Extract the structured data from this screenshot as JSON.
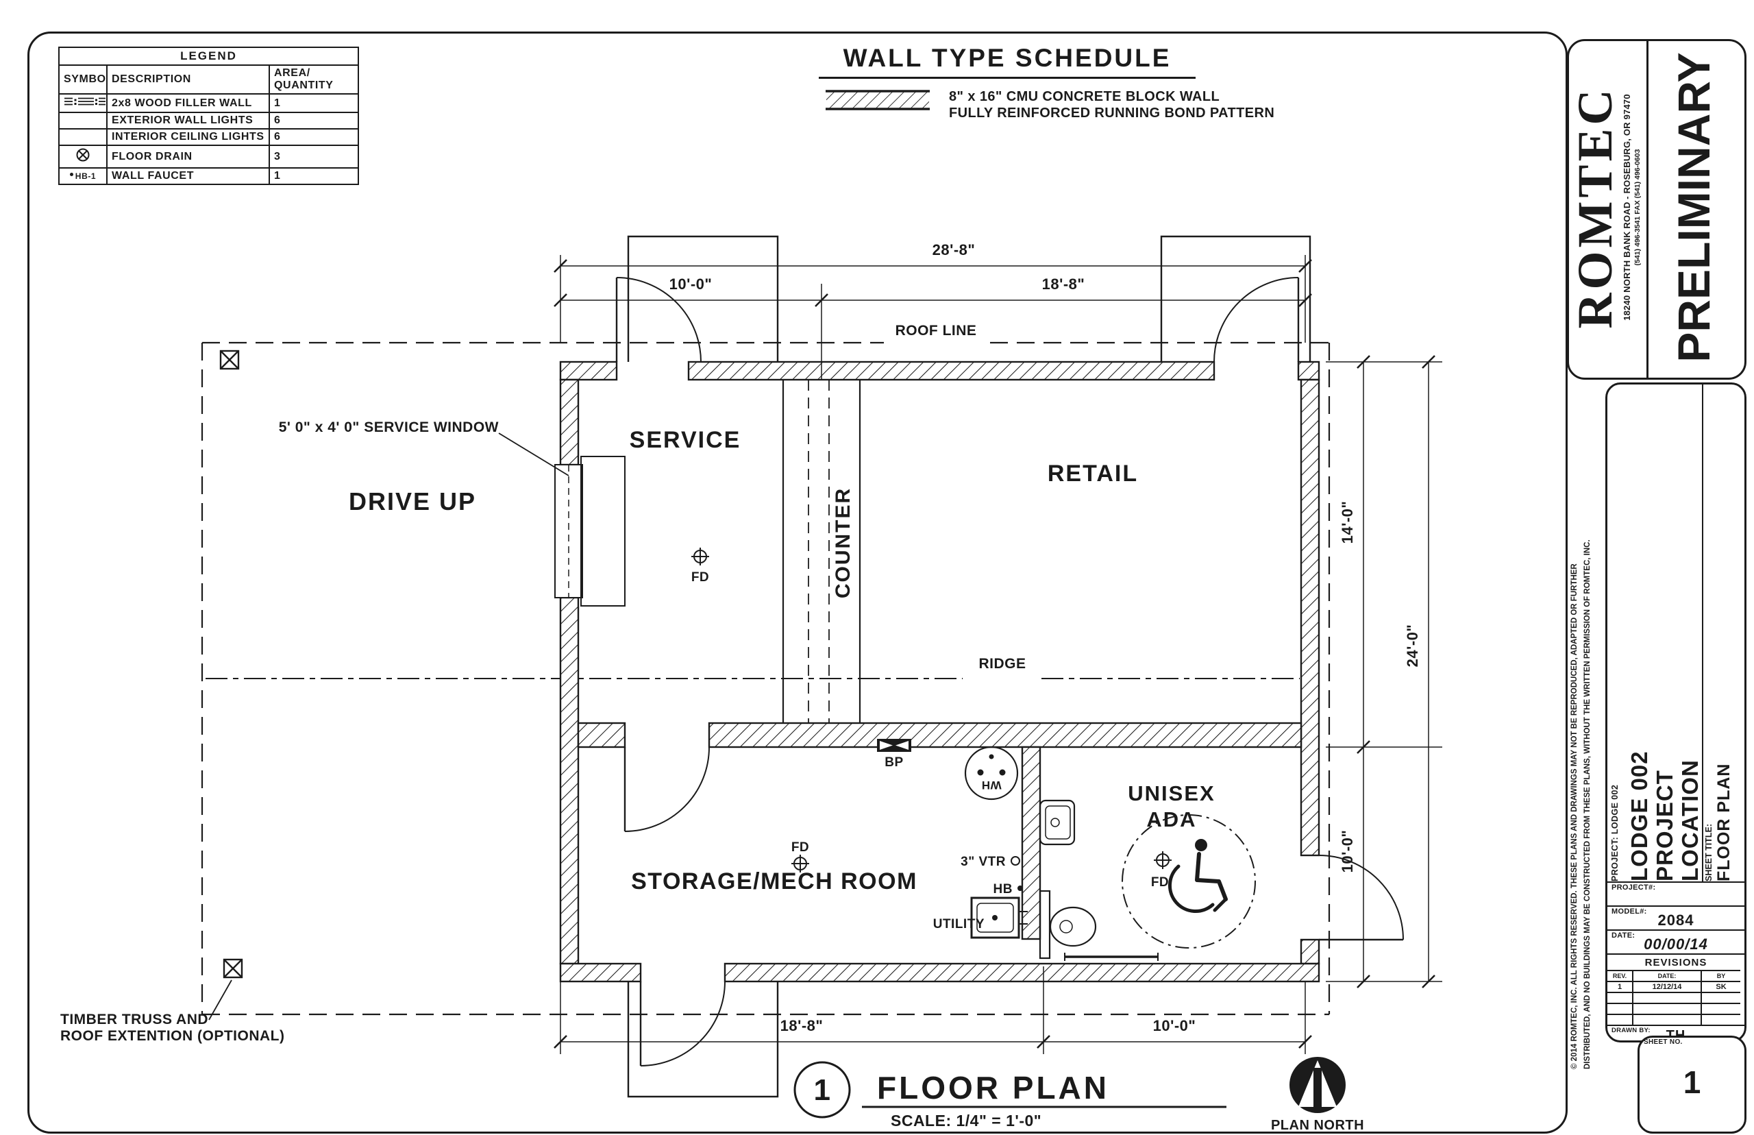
{
  "legend": {
    "title": "LEGEND",
    "col_symbol": "SYMBOL",
    "col_description": "DESCRIPTION",
    "col_area_line1": "AREA/",
    "col_area_line2": "QUANTITY",
    "rows": [
      {
        "symbol": "2x8-wall-pattern",
        "description": "2x8 WOOD FILLER WALL",
        "qty": "1"
      },
      {
        "symbol": "",
        "description": "EXTERIOR WALL LIGHTS",
        "qty": "6"
      },
      {
        "symbol": "",
        "description": "INTERIOR CEILING LIGHTS",
        "qty": "6"
      },
      {
        "symbol": "floor-drain",
        "description": "FLOOR DRAIN",
        "qty": "3"
      },
      {
        "symbol": "HB-1",
        "description": "WALL FAUCET",
        "qty": "1"
      }
    ]
  },
  "wall_schedule": {
    "title": "WALL TYPE SCHEDULE",
    "desc_line1": "8\" x 16\" CMU CONCRETE BLOCK WALL",
    "desc_line2": "FULLY REINFORCED RUNNING BOND PATTERN"
  },
  "plan": {
    "room_service": "SERVICE",
    "room_retail": "RETAIL",
    "room_counter": "COUNTER",
    "room_drive_up": "DRIVE UP",
    "room_storage": "STORAGE/MECH ROOM",
    "room_unisex_line1": "UNISEX",
    "room_unisex_line2": "ADA",
    "label_roof_line": "ROOF LINE",
    "label_ridge": "RIDGE",
    "label_service_window": "5' 0\" x 4' 0\"  SERVICE WINDOW",
    "label_timber_line1": "TIMBER TRUSS AND",
    "label_timber_line2": "ROOF EXTENTION (OPTIONAL)",
    "label_fd": "FD",
    "label_bp": "BP",
    "label_wh": "WH",
    "label_vtr": "3\" VTR",
    "label_hb": "HB",
    "label_utility": "UTILITY",
    "dim_28_8": "28'-8\"",
    "dim_18_8": "18'-8\"",
    "dim_10_0": "10'-0\"",
    "dim_14_0": "14'-0\"",
    "dim_24_0": "24'-0\""
  },
  "footer": {
    "detail_number": "1",
    "title": "FLOOR PLAN",
    "scale": "SCALE:  1/4\" = 1'-0\"",
    "north_label": "PLAN NORTH"
  },
  "title_block": {
    "company": "ROMTEC",
    "address": "18240 NORTH BANK ROAD - ROSEBURG, OR 97470",
    "phone": "(541) 496-3541    FAX (541) 496-0603",
    "stamp": "PRELIMINARY",
    "copyright_line1": "© 2014 ROMTEC, INC.  ALL RIGHTS RESERVED.  THESE PLANS AND DRAWINGS MAY NOT BE REPRODUCED, ADAPTED OR FURTHER",
    "copyright_line2": "DISTRIBUTED, AND NO BUILDINGS MAY BE CONSTRUCTED FROM THESE PLANS, WITHOUT THE WRITTEN PERMISSION OF ROMTEC, INC.",
    "project_side_label": "PROJECT: LODGE 002",
    "project_line1": "LODGE 002",
    "project_line2": "PROJECT",
    "project_line3": "LOCATION",
    "sheet_title_label": "SHEET TITLE:",
    "sheet_title": "FLOOR PLAN",
    "project_no_label": "PROJECT#:",
    "model_label": "MODEL#:",
    "model": "2084",
    "date_label": "DATE:",
    "date": "00/00/14",
    "revisions_title": "REVISIONS",
    "rev_col_rev": "REV.",
    "rev_col_date": "DATE:",
    "rev_col_by": "BY",
    "rev1_rev": "1",
    "rev1_date": "12/12/14",
    "rev1_by": "SK",
    "drawn_by_label": "DRAWN BY:",
    "drawn_by": "TH",
    "sheet_no_label": "SHEET NO.",
    "sheet_no": "1"
  }
}
